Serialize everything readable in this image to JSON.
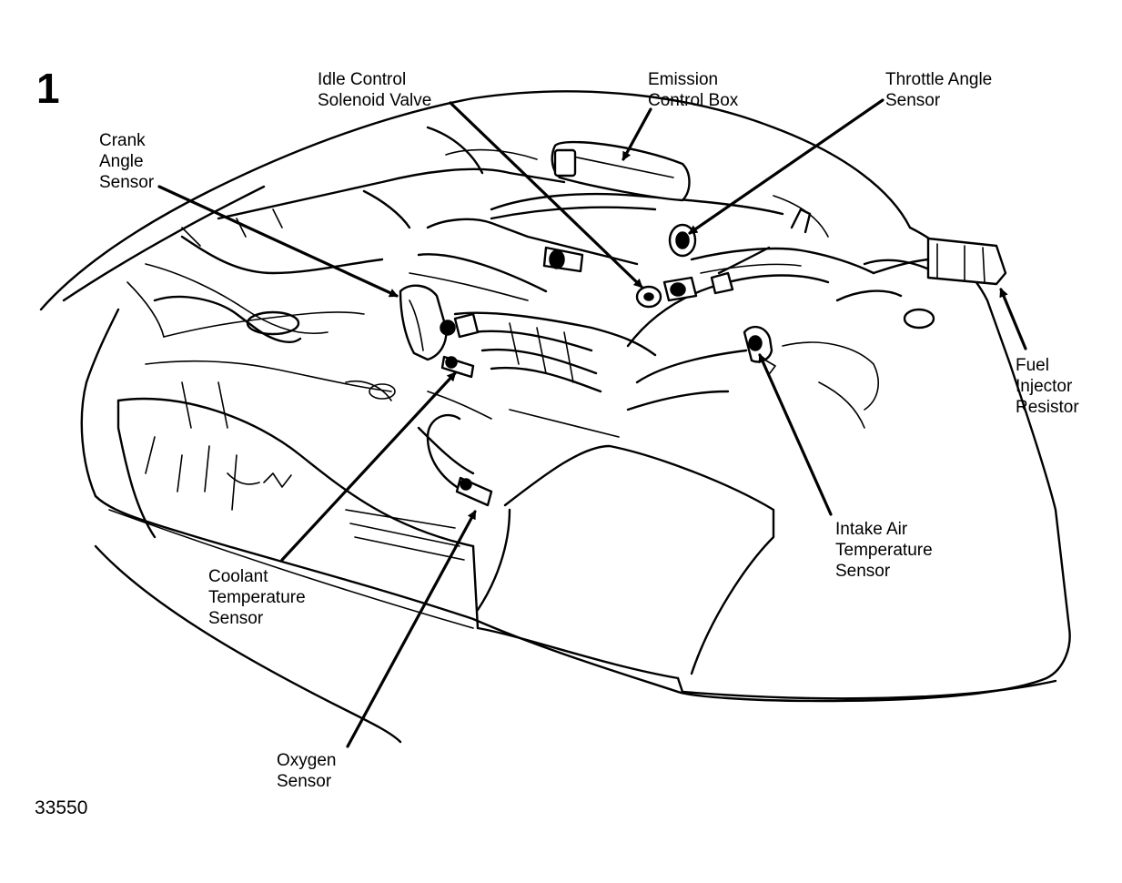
{
  "figure": {
    "number": "1",
    "code": "33550"
  },
  "labels": {
    "idle_control": [
      "Idle Control",
      "Solenoid Valve"
    ],
    "emission_box": [
      "Emission",
      "Control Box"
    ],
    "throttle_angle": [
      "Throttle Angle",
      "Sensor"
    ],
    "crank_angle": [
      "Crank",
      "Angle",
      "Sensor"
    ],
    "fuel_injector": [
      "Fuel",
      "Injector",
      "Resistor"
    ],
    "intake_air": [
      "Intake Air",
      "Temperature",
      "Sensor"
    ],
    "coolant_temp": [
      "Coolant",
      "Temperature",
      "Sensor"
    ],
    "oxygen": [
      "Oxygen",
      "Sensor"
    ]
  }
}
